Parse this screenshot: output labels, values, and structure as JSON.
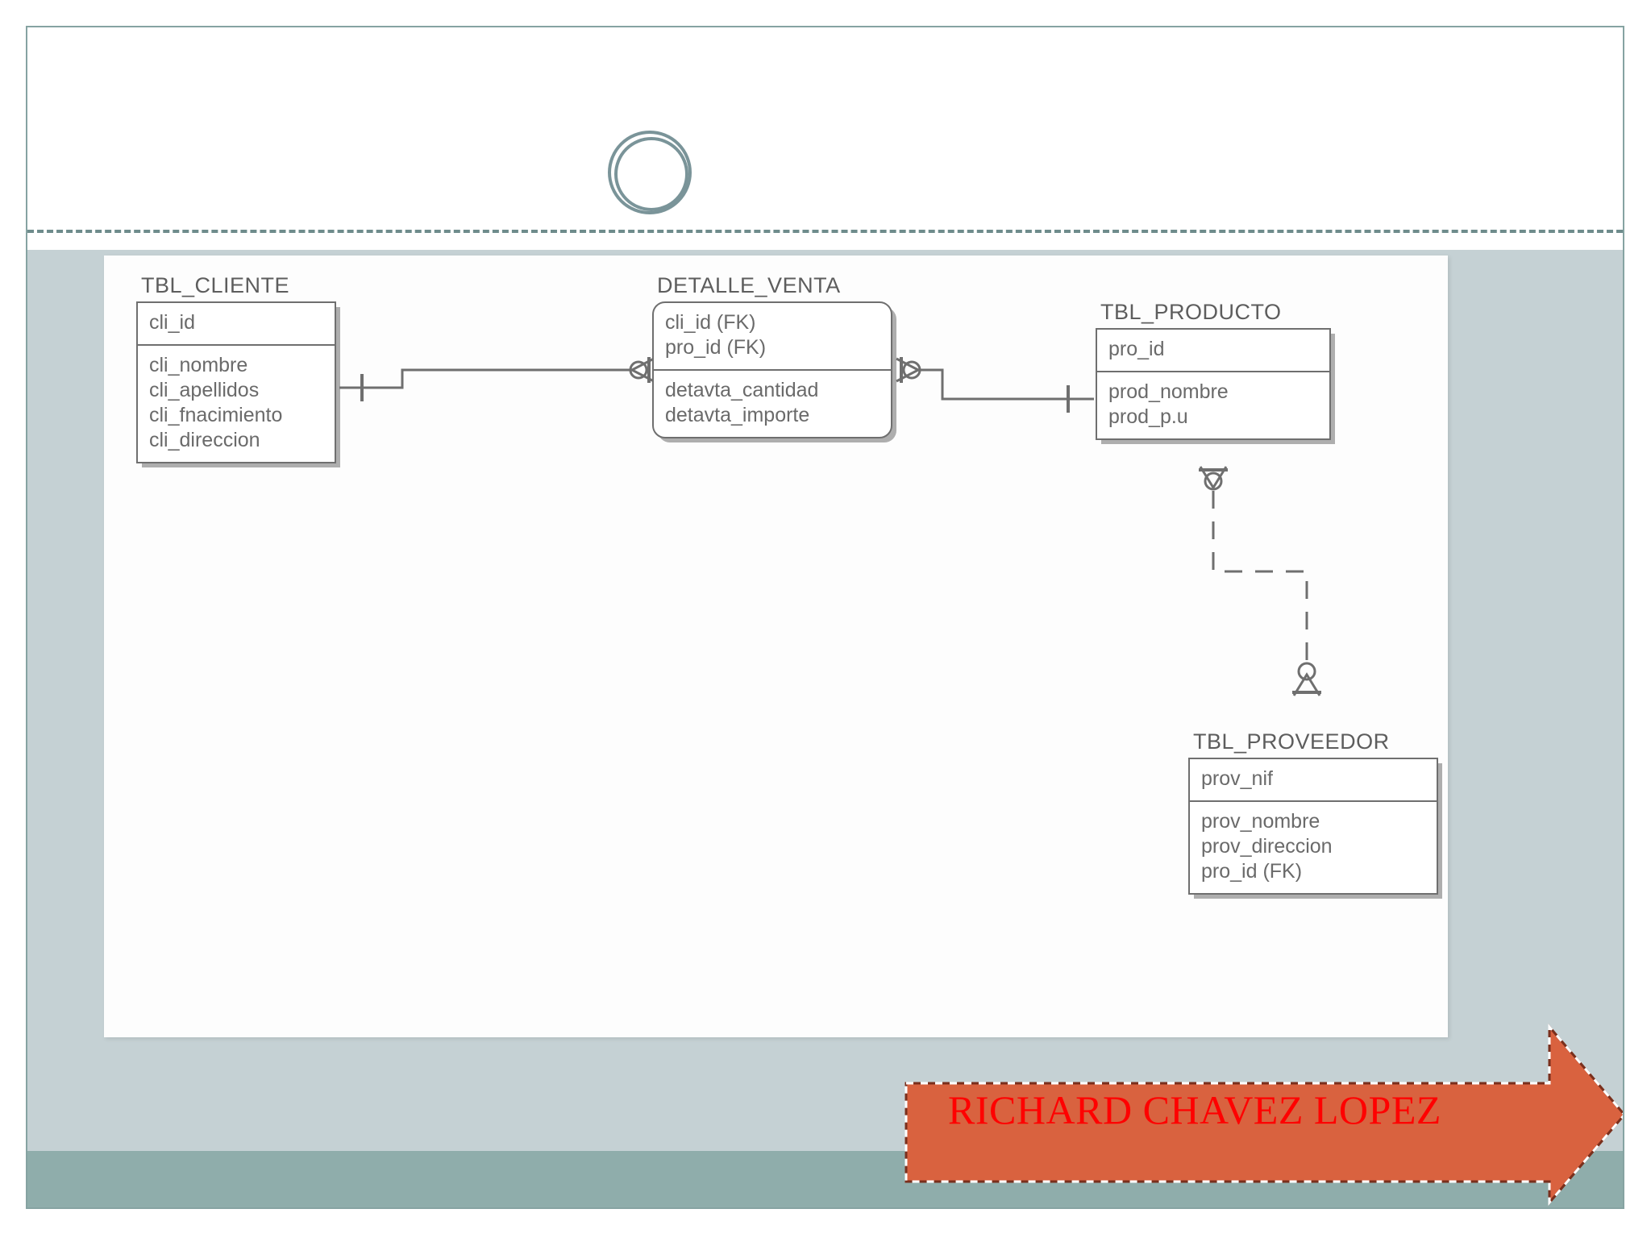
{
  "slide": {
    "title": "",
    "theme": {
      "border_color": "#86a3a2",
      "band_color": "#c5d1d4",
      "footer_color": "#8fadab",
      "accent_color": "#7a9499",
      "arrow_fill": "#d9623f",
      "arrow_label_color": "#ff0000",
      "entity_line_color": "#6f6f6f",
      "entity_text_color": "#6a6a6a"
    }
  },
  "diagram": {
    "type": "entity-relationship",
    "notation": "crow's foot (IDEF1X / Information Engineering)",
    "entities": [
      {
        "name": "TBL_CLIENTE",
        "shape": "square",
        "key_attributes": [
          "cli_id"
        ],
        "attributes": [
          "cli_nombre",
          "cli_apellidos",
          "cli_fnacimiento",
          "cli_direccion"
        ]
      },
      {
        "name": "DETALLE_VENTA",
        "shape": "rounded",
        "key_attributes": [
          "cli_id (FK)",
          "pro_id (FK)"
        ],
        "attributes": [
          "detavta_cantidad",
          "detavta_importe"
        ]
      },
      {
        "name": "TBL_PRODUCTO",
        "shape": "square",
        "key_attributes": [
          "pro_id"
        ],
        "attributes": [
          "prod_nombre",
          "prod_p.u"
        ]
      },
      {
        "name": "TBL_PROVEEDOR",
        "shape": "square",
        "key_attributes": [
          "prov_nif"
        ],
        "attributes": [
          "prov_nombre",
          "prov_direccion",
          "pro_id (FK)"
        ]
      }
    ],
    "relationships": [
      {
        "from": "TBL_CLIENTE",
        "to": "DETALLE_VENTA",
        "line_style": "solid",
        "from_cardinality": "one",
        "to_cardinality": "zero-or-many"
      },
      {
        "from": "DETALLE_VENTA",
        "to": "TBL_PRODUCTO",
        "line_style": "solid",
        "from_cardinality": "zero-or-many",
        "to_cardinality": "one"
      },
      {
        "from": "TBL_PRODUCTO",
        "to": "TBL_PROVEEDOR",
        "line_style": "dashed",
        "from_cardinality": "zero-or-many",
        "to_cardinality": "zero-or-many"
      }
    ]
  },
  "banner": {
    "label": "RICHARD CHAVEZ LOPEZ",
    "shape": "right-arrow",
    "selected": true
  }
}
